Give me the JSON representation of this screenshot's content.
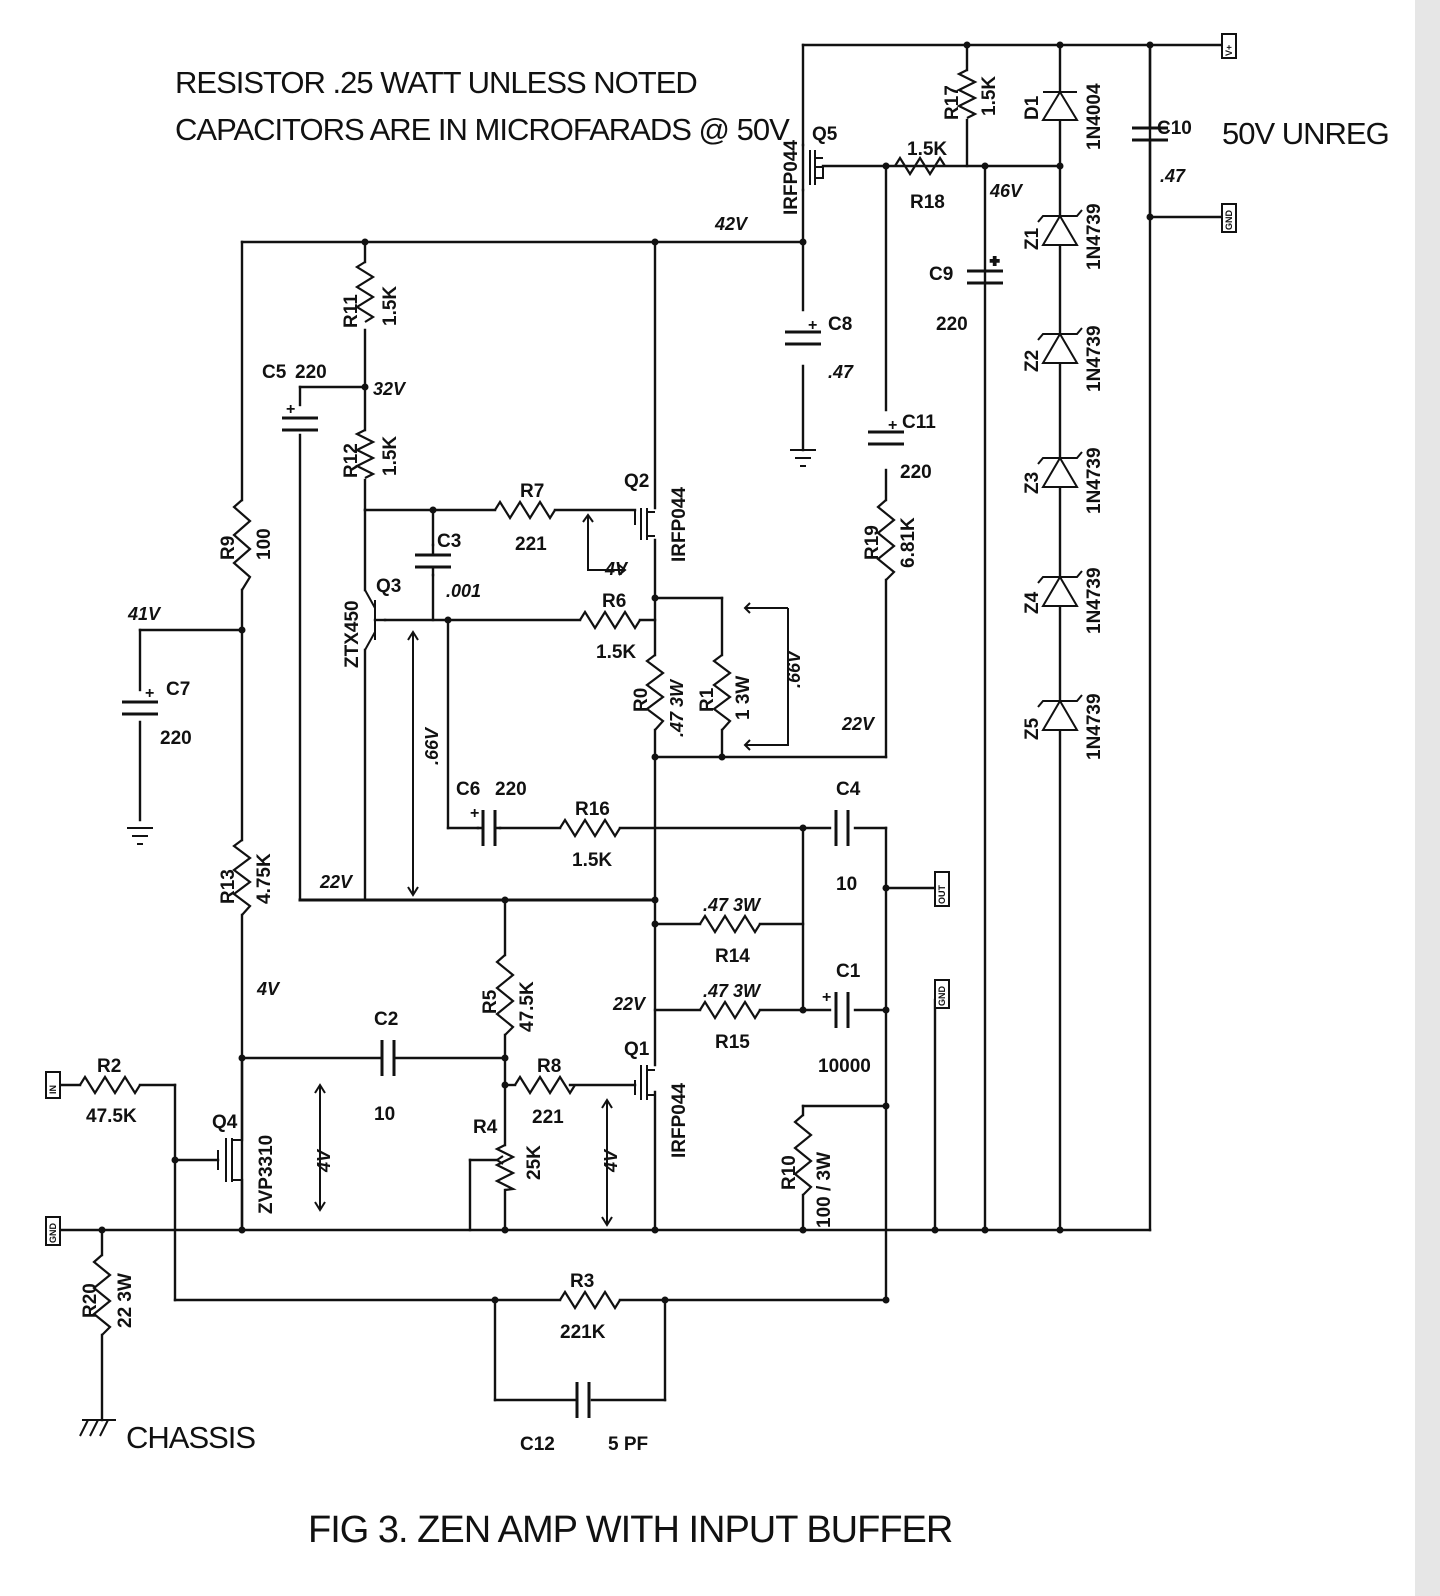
{
  "notes": {
    "line1": "RESISTOR .25 WATT UNLESS NOTED",
    "line2": "CAPACITORS ARE IN MICROFARADS @ 50V",
    "supply": "50V UNREG",
    "chassis": "CHASSIS",
    "caption": "FIG 3.  ZEN AMP WITH INPUT BUFFER"
  },
  "terminals": {
    "vplus": "V+",
    "gnd_top": "GND",
    "out": "OUT",
    "gnd_out": "GND",
    "in": "IN",
    "gnd_in": "GND"
  },
  "resistors": {
    "R1": {
      "ref": "R1",
      "value": "1 3W"
    },
    "R0": {
      "ref": "R0",
      "value": ".47 3W"
    },
    "R2": {
      "ref": "R2",
      "value": "47.5K"
    },
    "R3": {
      "ref": "R3",
      "value": "221K"
    },
    "R4": {
      "ref": "R4",
      "value": "25K"
    },
    "R5": {
      "ref": "R5",
      "value": "47.5K"
    },
    "R6": {
      "ref": "R6",
      "value": "1.5K"
    },
    "R7": {
      "ref": "R7",
      "value": "221"
    },
    "R8": {
      "ref": "R8",
      "value": "221"
    },
    "R9": {
      "ref": "R9",
      "value": "100"
    },
    "R10": {
      "ref": "R10",
      "value": "100 / 3W"
    },
    "R11": {
      "ref": "R11",
      "value": "1.5K"
    },
    "R12": {
      "ref": "R12",
      "value": "1.5K"
    },
    "R13": {
      "ref": "R13",
      "value": "4.75K"
    },
    "R14": {
      "ref": "R14",
      "value": ".47 3W"
    },
    "R15": {
      "ref": "R15",
      "value": ".47 3W"
    },
    "R16": {
      "ref": "R16",
      "value": "1.5K"
    },
    "R17": {
      "ref": "R17",
      "value": "1.5K"
    },
    "R18": {
      "ref": "R18",
      "value": "1.5K"
    },
    "R19": {
      "ref": "R19",
      "value": "6.81K"
    },
    "R20": {
      "ref": "R20",
      "value": "22 3W"
    }
  },
  "capacitors": {
    "C1": {
      "ref": "C1",
      "value": "10000"
    },
    "C2": {
      "ref": "C2",
      "value": "10"
    },
    "C3": {
      "ref": "C3",
      "value": ".001"
    },
    "C4": {
      "ref": "C4",
      "value": "10"
    },
    "C5": {
      "ref": "C5",
      "value": "220"
    },
    "C6": {
      "ref": "C6",
      "value": "220"
    },
    "C7": {
      "ref": "C7",
      "value": "220"
    },
    "C8": {
      "ref": "C8",
      "value": ".47"
    },
    "C9": {
      "ref": "C9",
      "value": "220"
    },
    "C10": {
      "ref": "C10",
      "value": ".47"
    },
    "C11": {
      "ref": "C11",
      "value": "220"
    },
    "C12": {
      "ref": "C12",
      "value": "5 PF"
    }
  },
  "transistors": {
    "Q1": {
      "ref": "Q1",
      "part": "IRFP044"
    },
    "Q2": {
      "ref": "Q2",
      "part": "IRFP044"
    },
    "Q3": {
      "ref": "Q3",
      "part": "ZTX450"
    },
    "Q4": {
      "ref": "Q4",
      "part": "ZVP3310"
    },
    "Q5": {
      "ref": "Q5",
      "part": "IRFP044"
    }
  },
  "diodes": {
    "D1": {
      "ref": "D1",
      "part": "1N4004"
    },
    "Z1": {
      "ref": "Z1",
      "part": "1N4739"
    },
    "Z2": {
      "ref": "Z2",
      "part": "1N4739"
    },
    "Z3": {
      "ref": "Z3",
      "part": "1N4739"
    },
    "Z4": {
      "ref": "Z4",
      "part": "1N4739"
    },
    "Z5": {
      "ref": "Z5",
      "part": "1N4739"
    }
  },
  "voltages": {
    "v42": "42V",
    "v46": "46V",
    "v32": "32V",
    "v41": "41V",
    "v22a": "22V",
    "v22b": "22V",
    "v22c": "22V",
    "v4a": "4V",
    "v4b": "4V",
    "v4c": "4V",
    "v4d": "4V",
    "v066a": ".66V",
    "v066b": ".66V"
  }
}
